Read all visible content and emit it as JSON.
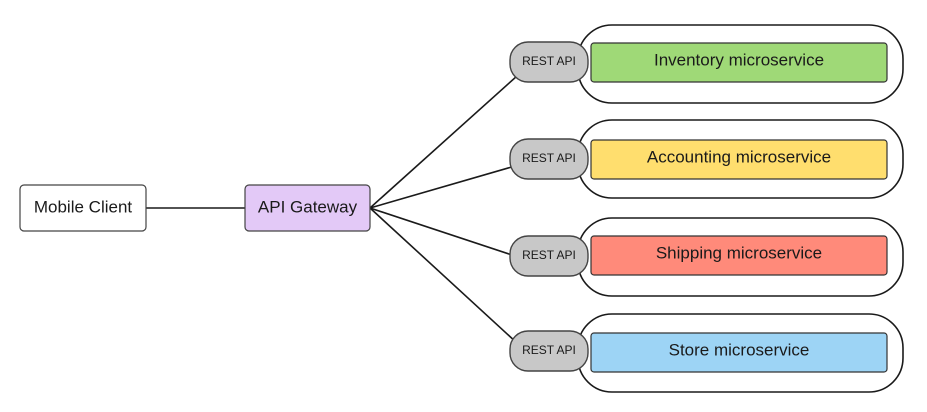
{
  "nodes": {
    "client": {
      "label": "Mobile Client",
      "fill": "#ffffff"
    },
    "gateway": {
      "label": "API Gateway",
      "fill": "#e3c9f7"
    },
    "rest_label": "REST API",
    "rest_fill": "#c8c8c8",
    "services": [
      {
        "name": "Inventory microservice",
        "fill": "#9fd977"
      },
      {
        "name": "Accounting microservice",
        "fill": "#ffde6e"
      },
      {
        "name": "Shipping microservice",
        "fill": "#ff8a7a"
      },
      {
        "name": "Store microservice",
        "fill": "#9dd4f5"
      }
    ]
  }
}
